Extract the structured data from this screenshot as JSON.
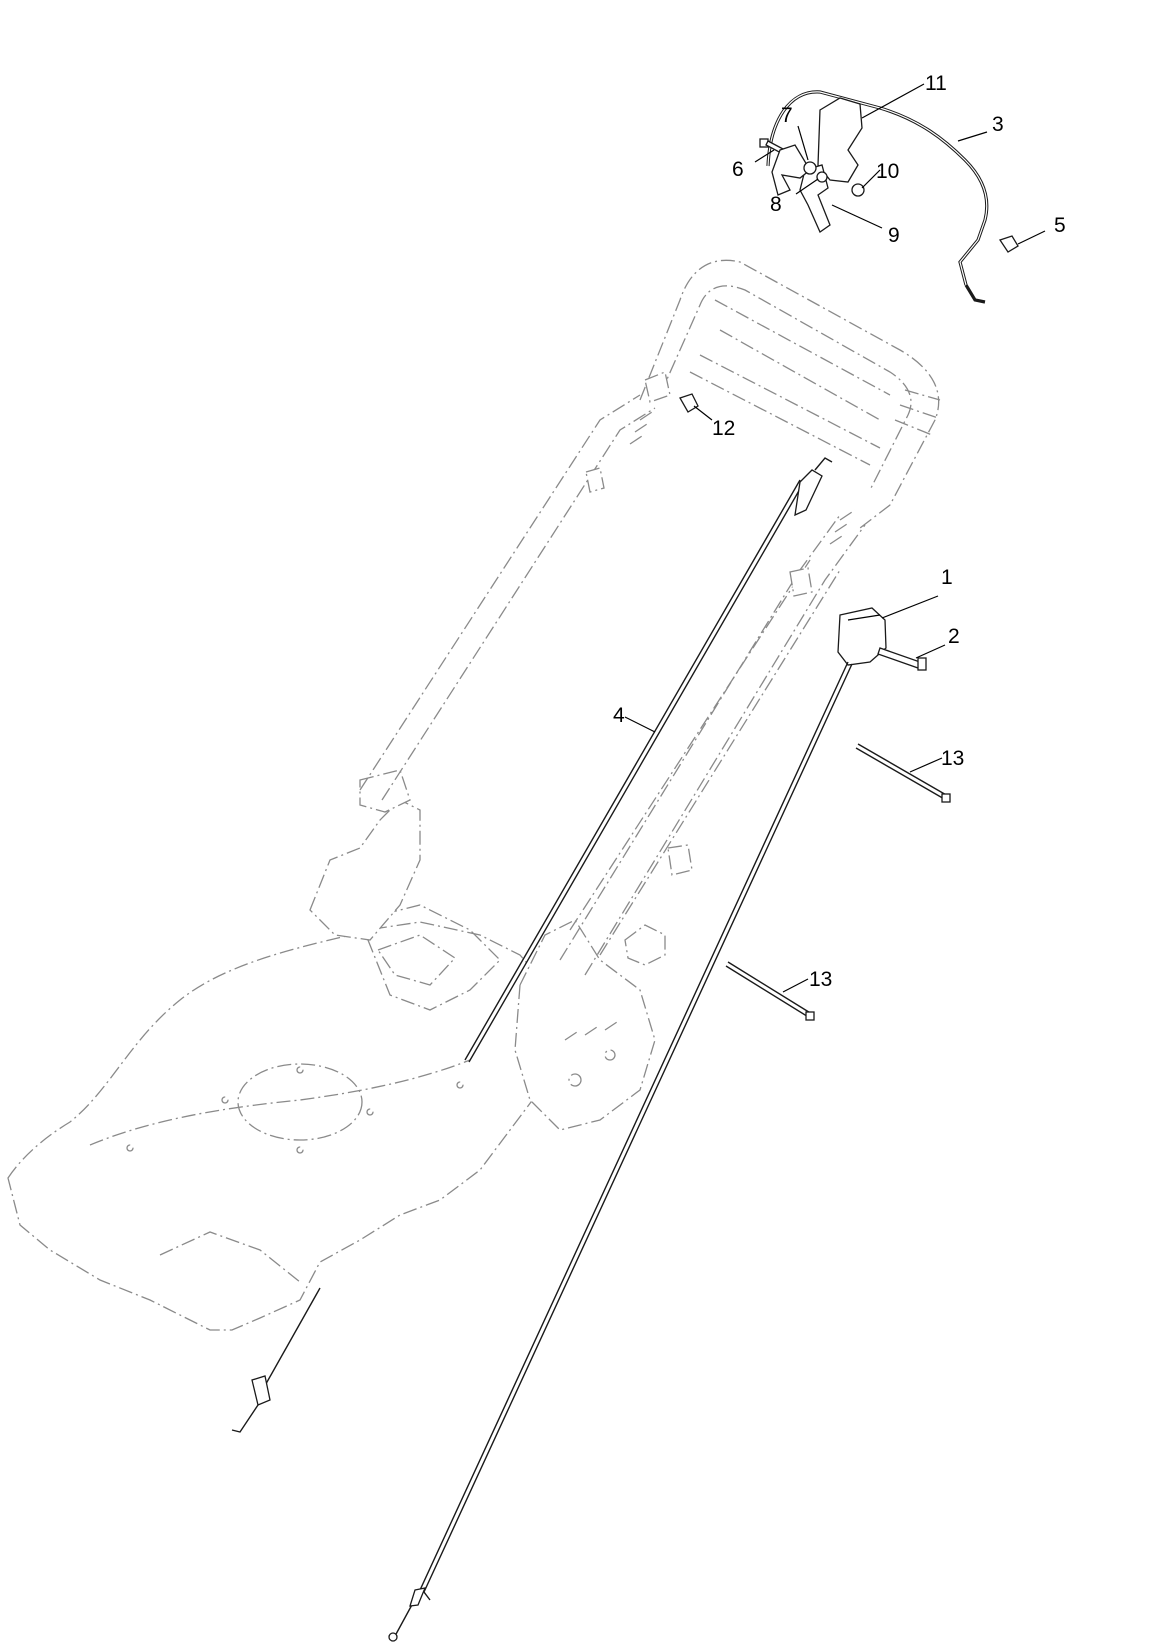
{
  "callouts": [
    {
      "label": "1"
    },
    {
      "label": "2"
    },
    {
      "label": "3"
    },
    {
      "label": "4"
    },
    {
      "label": "5"
    },
    {
      "label": "6"
    },
    {
      "label": "7"
    },
    {
      "label": "8"
    },
    {
      "label": "9"
    },
    {
      "label": "10"
    },
    {
      "label": "11"
    },
    {
      "label": "12"
    },
    {
      "label": "13"
    },
    {
      "label": "13"
    }
  ]
}
